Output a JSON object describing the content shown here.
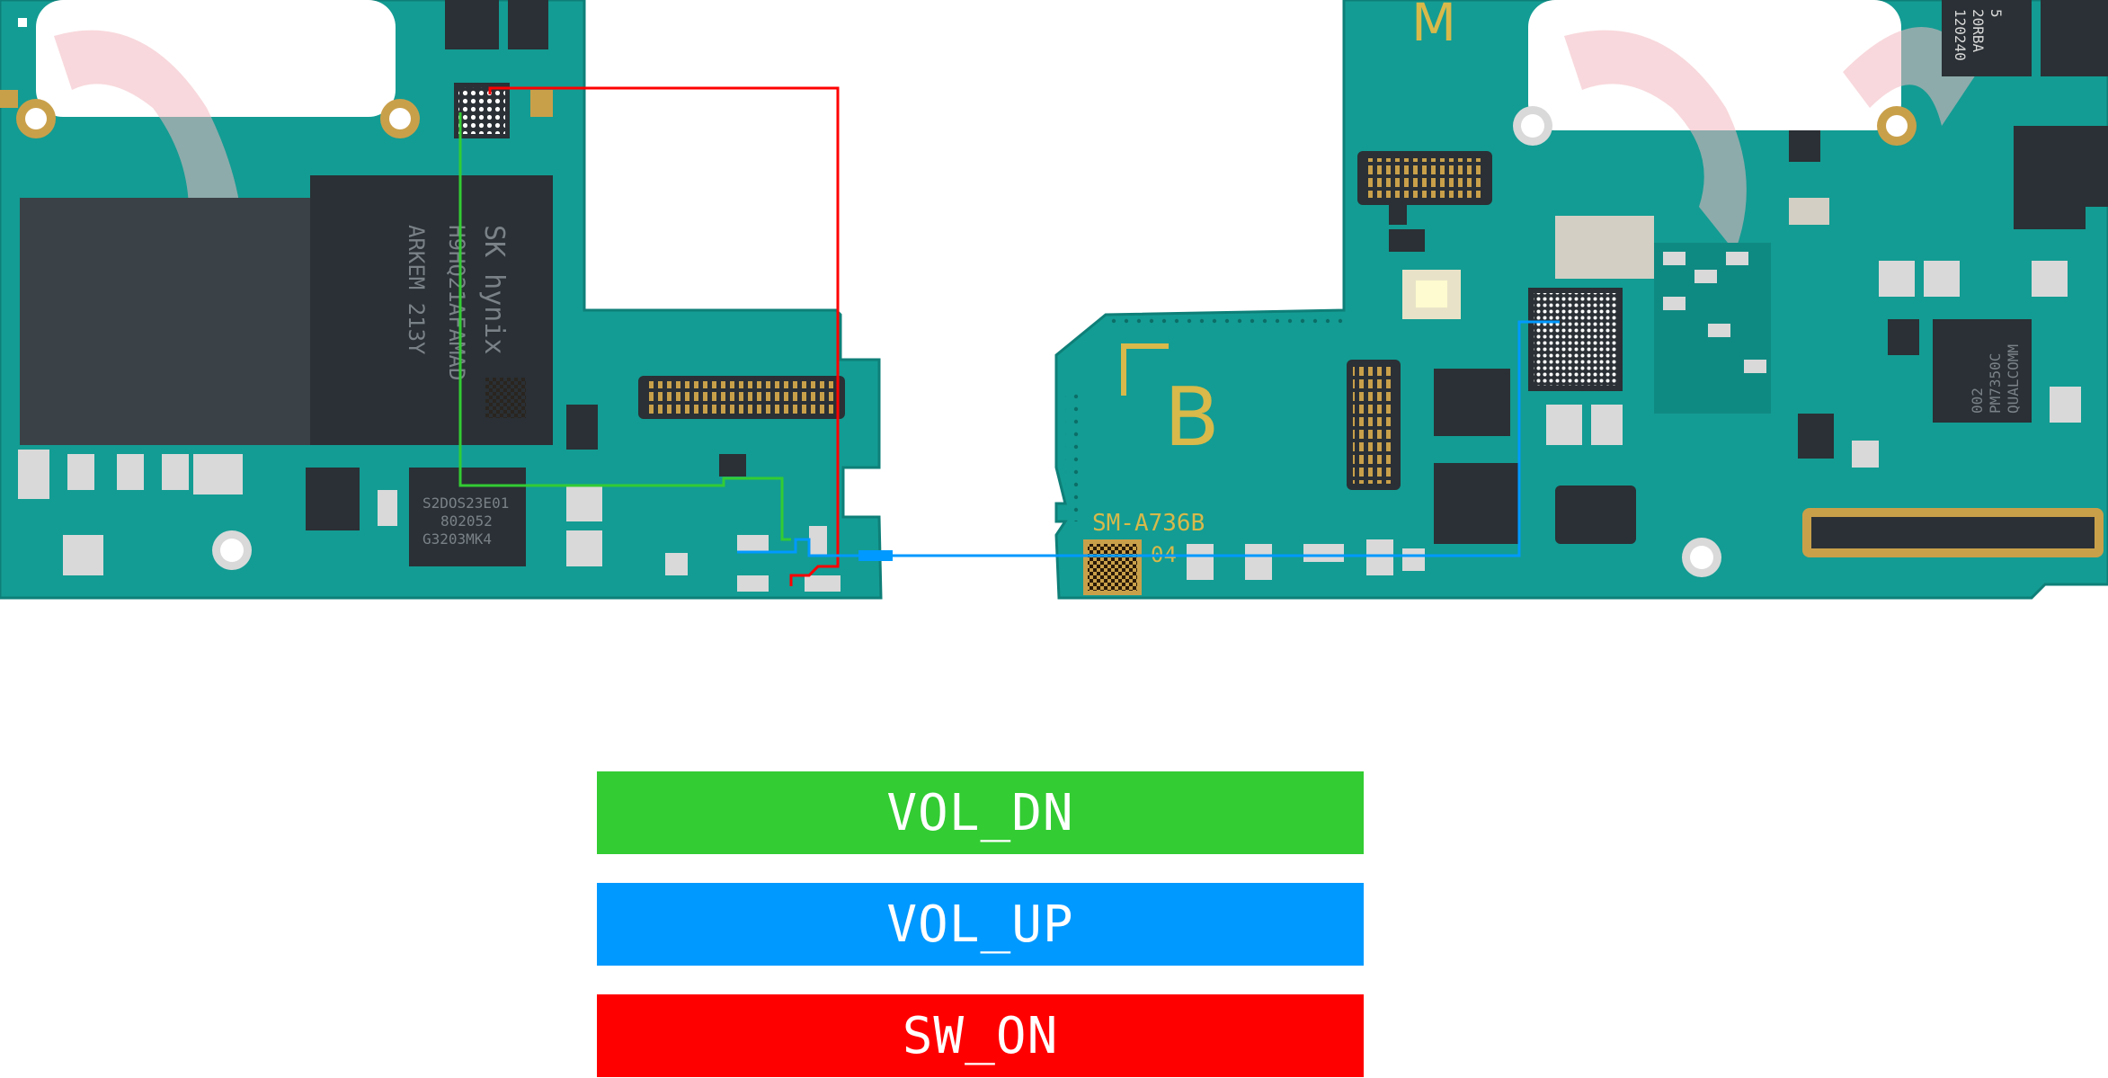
{
  "board": {
    "colors": {
      "pcb": "#139c93",
      "pcb_edge": "#0e7f78",
      "chip": "#3a4147",
      "chip_dark": "#1f2428",
      "gold": "#c9a04a",
      "silkscreen": "#d8b94a",
      "watermark": "#f2b8bf"
    },
    "silkscreen": {
      "letter_m": "M",
      "letter_b": "B",
      "model": "SM-A736B",
      "ref": "04"
    },
    "chips": {
      "memory_line1": "SK hynix",
      "memory_line2": "H9HQ21AFAMAD",
      "memory_line3": "ARKEM 213Y",
      "pmic_line1": "S2DOS23E01",
      "pmic_line2": "802052",
      "pmic_line3": "G3203MK4",
      "right_line1": "QUALCOMM",
      "right_line2": "PM7350C",
      "right_line3": "002",
      "top_line1": "5",
      "top_line2": "20RBA",
      "top_line3": "120240"
    }
  },
  "legend": {
    "items": [
      {
        "label": "VOL_DN",
        "color": "#33cc33"
      },
      {
        "label": "VOL_UP",
        "color": "#0099ff"
      },
      {
        "label": "SW_ON",
        "color": "#ff0000"
      }
    ]
  },
  "traces": {
    "vol_dn_color": "#33cc33",
    "vol_up_color": "#0099ff",
    "sw_on_color": "#ff0000"
  }
}
